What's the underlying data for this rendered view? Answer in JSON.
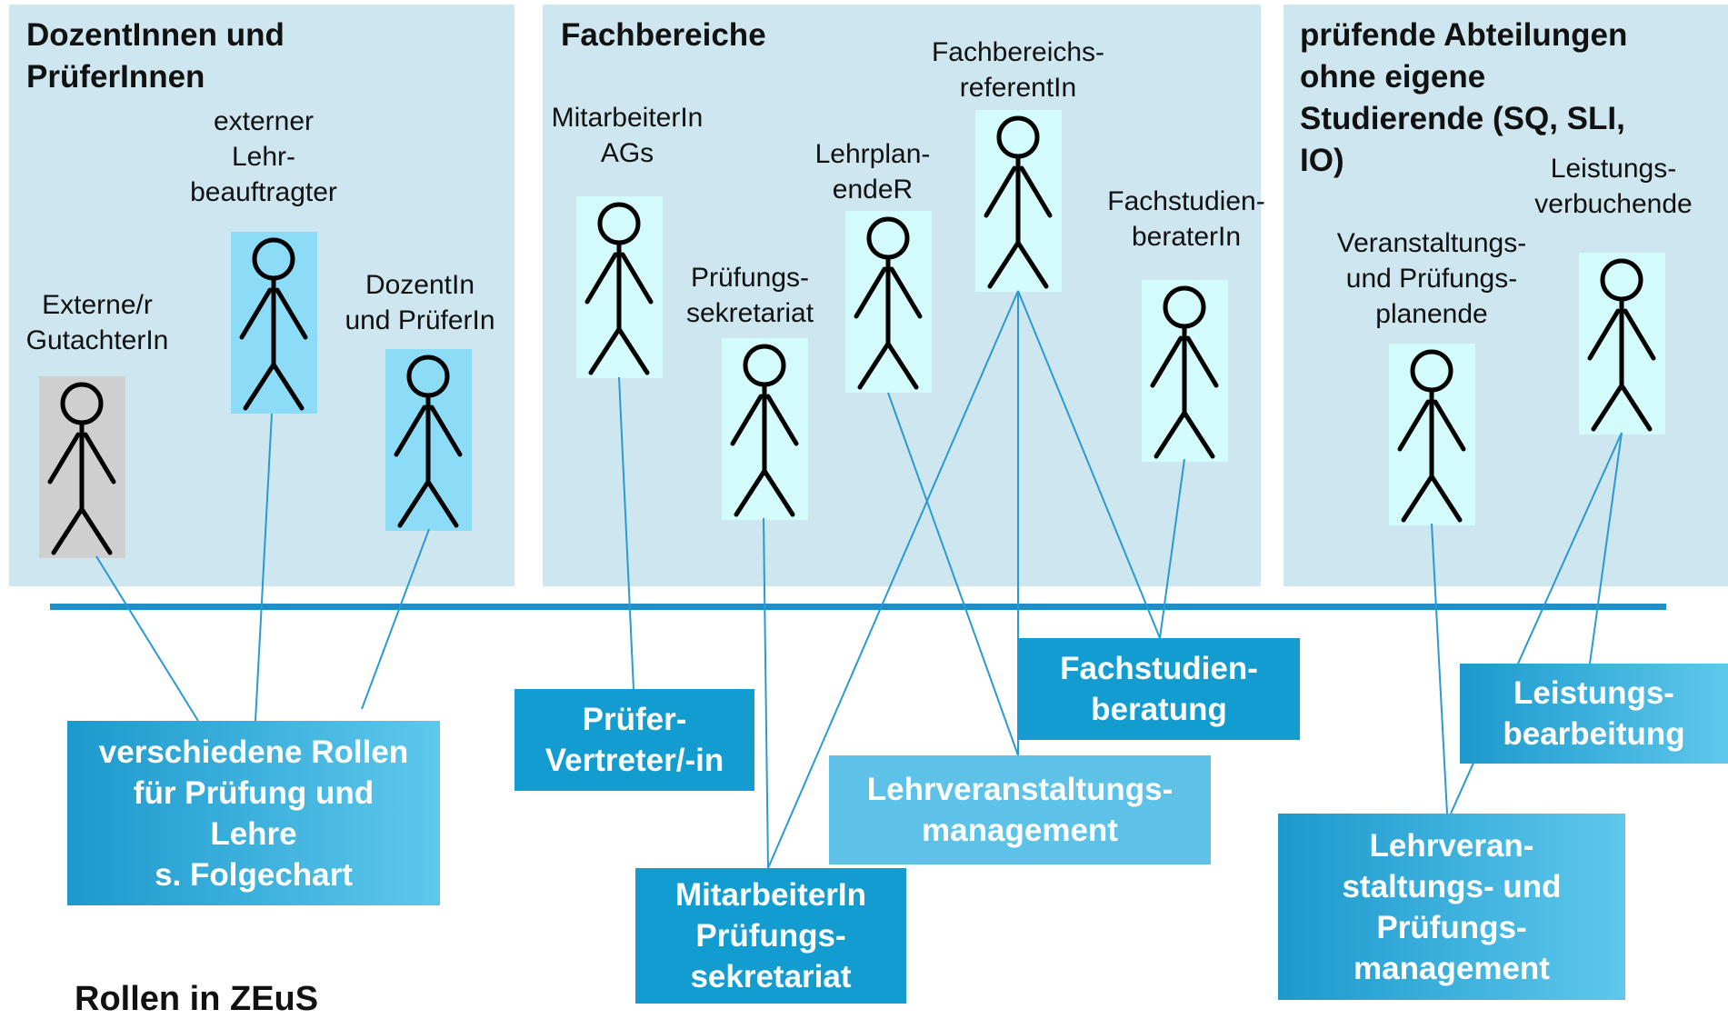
{
  "panels": {
    "dozenten": {
      "title": "DozentInnen und\nPrüferInnen"
    },
    "fachbereiche": {
      "title": "Fachbereiche"
    },
    "pruefende": {
      "title": "prüfende Abteilungen\nohne eigene\nStudierende (SQ, SLI,\nIO)"
    }
  },
  "actors": {
    "externer_gutachter": "Externe/r\nGutachterIn",
    "externer_lehrbeauftragter": "externer\nLehr-\nbeauftragter",
    "dozent_pruefer": "DozentIn\nund PrüferIn",
    "mitarbeiter_ags": "MitarbeiterIn\nAGs",
    "pruefungssekretariat": "Prüfungs-\nsekretariat",
    "lehrplanender": "Lehrplan-\nendeR",
    "fachbereichsreferent": "Fachbereichs-\nreferentIn",
    "fachstudienberater": "Fachstudien-\nberaterIn",
    "veranstaltungsplanende": "Veranstaltungs-\nund Prüfungs-\nplanende",
    "leistungsverbuchende": "Leistungs-\nverbuchende"
  },
  "roles": {
    "verschiedene_rollen": "verschiedene Rollen\nfür Prüfung und\nLehre\ns. Folgechart",
    "pruefer_vertreter": "Prüfer-\nVertreter/-in",
    "mitarbeiter_pruefungssekretariat": "MitarbeiterIn\nPrüfungs-\nsekretariat",
    "lehrveranstaltungsmanagement": "Lehrveranstaltungs-\nmanagement",
    "fachstudienberatung": "Fachstudien-\nberatung",
    "leistungsbearbeitung": "Leistungs-\nbearbeitung",
    "lv_pruefungsmanagement": "Lehrveran-\nstaltungs- und\nPrüfungs-\nmanagement"
  },
  "footer": "Rollen in ZEuS",
  "colors": {
    "panel": "#cde6ef",
    "axis": "#1c8fc7",
    "connector": "#2a9ad0",
    "figure_gray": "#cfcfcf",
    "figure_blue": "#8cdcf8",
    "figure_cyan": "#d4fbfb"
  }
}
